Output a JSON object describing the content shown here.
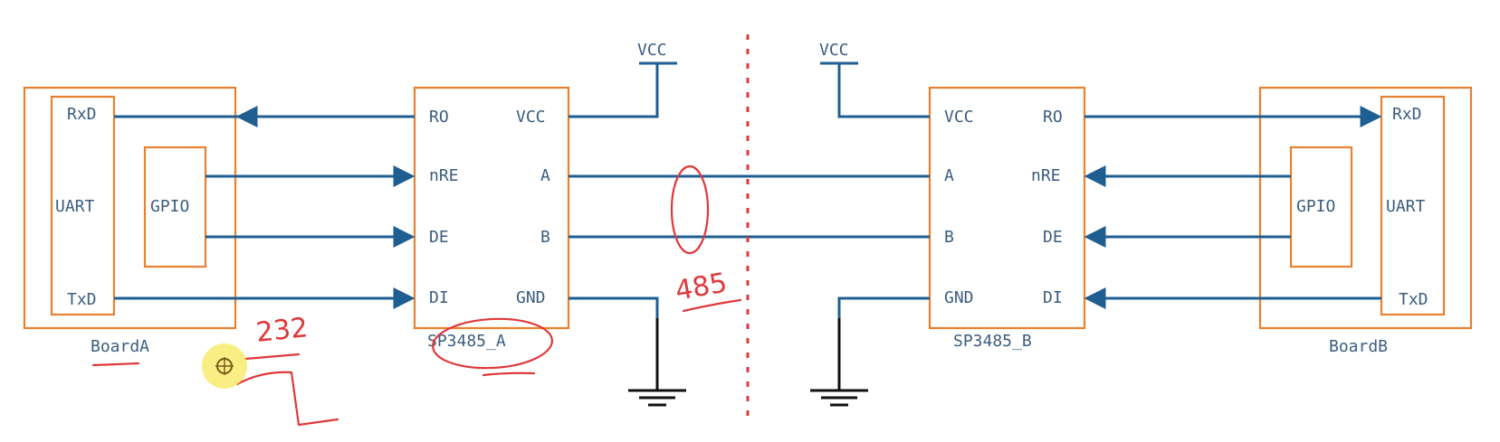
{
  "boardA": {
    "caption": "BoardA",
    "uart": "UART",
    "gpio": "GPIO",
    "rxd": "RxD",
    "txd": "TxD"
  },
  "boardB": {
    "caption": "BoardB",
    "uart": "UART",
    "gpio": "GPIO",
    "rxd": "RxD",
    "txd": "TxD"
  },
  "chipA": {
    "caption": "SP3485_A",
    "ro": "RO",
    "nre": "nRE",
    "de": "DE",
    "di": "DI",
    "vcc": "VCC",
    "a": "A",
    "b": "B",
    "gnd": "GND"
  },
  "chipB": {
    "caption": "SP3485_B",
    "vcc": "VCC",
    "a": "A",
    "b": "B",
    "gnd": "GND",
    "ro": "RO",
    "nre": "nRE",
    "de": "DE",
    "di": "DI"
  },
  "power": {
    "vcc_left": "VCC",
    "vcc_right": "VCC"
  },
  "annotations": {
    "n232": "232",
    "n485": "485"
  },
  "colors": {
    "box": "#e8812f",
    "wire": "#1f5e91",
    "label": "#3b5d7f",
    "ink": "#e0383b",
    "ground": "#111111"
  }
}
